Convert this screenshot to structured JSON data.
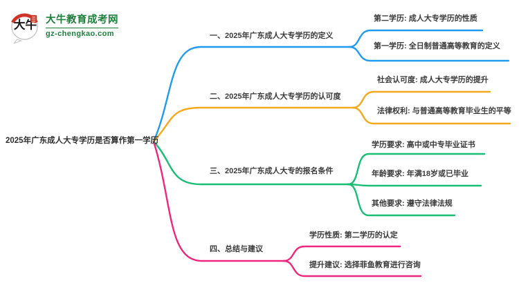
{
  "logo": {
    "icon_label": "大牛",
    "site_name": "大牛教育成考网",
    "site_domain": "gz-chengkao.com",
    "brand_green": "#1E7F3C",
    "seal_red": "#CF3527"
  },
  "root": {
    "label": "2025年广东成人大专学历是否算作第一学历"
  },
  "branches": [
    {
      "label": "一、2025年广东成人大专学历的定义",
      "color": "#1E9BF0",
      "children": [
        "第二学历: 成人大专学历的性质",
        "第一学历: 全日制普通高等教育的定义"
      ]
    },
    {
      "label": "二、2025年广东成人大专学历的认可度",
      "color": "#F5A81C",
      "children": [
        "社会认可度: 成人大专学历的提升",
        "法律权利: 与普通高等教育毕业生的平等"
      ]
    },
    {
      "label": "三、2025年广东成人大专的报名条件",
      "color": "#17BE74",
      "children": [
        "学历要求: 高中或中专毕业证书",
        "年龄要求: 年满18岁或已毕业",
        "其他要求: 遵守法律法规"
      ]
    },
    {
      "label": "四、总结与建议",
      "color": "#F0267C",
      "children": [
        "学历性质: 第二学历的认定",
        "提升建议: 选择菲鱼教育进行咨询"
      ]
    }
  ]
}
